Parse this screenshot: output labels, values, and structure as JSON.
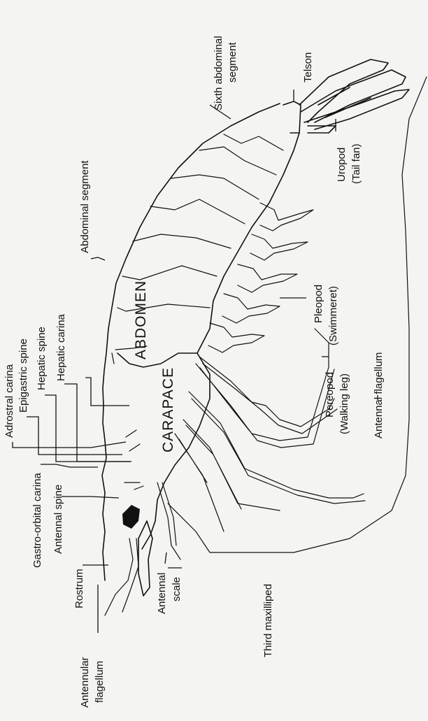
{
  "labels": {
    "sixth_abdominal_segment": [
      "Sixth abdominal",
      "segment"
    ],
    "telson": "Telson",
    "abdominal_segment": "Abdominal segment",
    "uropod": [
      "Uropod",
      "(Tail fan)"
    ],
    "abdomen": "ABDOMEN",
    "pleopod": [
      "Pleopod",
      "(Swimmeret)"
    ],
    "adrostral_carina": "Adrostral carina",
    "epigastric_spine": "Epigastric spine",
    "hepatic_spine": "Hepatic spine",
    "hepatic_carina": "Hepatic carina",
    "carapace": "CARAPACE",
    "pereopod": [
      "Pereopod",
      "(Walking leg)"
    ],
    "antennal_flagellum": "Antennal flagellum",
    "gastro_orbital_carina": "Gastro-orbital carina",
    "antennal_spine": "Antennal spine",
    "rostrum": "Rostrum",
    "third_maxilliped": "Third maxilliped",
    "antennal_scale": [
      "Antennal",
      "scale"
    ],
    "antennular_flagellum": [
      "Antennular",
      "flagellum"
    ]
  }
}
